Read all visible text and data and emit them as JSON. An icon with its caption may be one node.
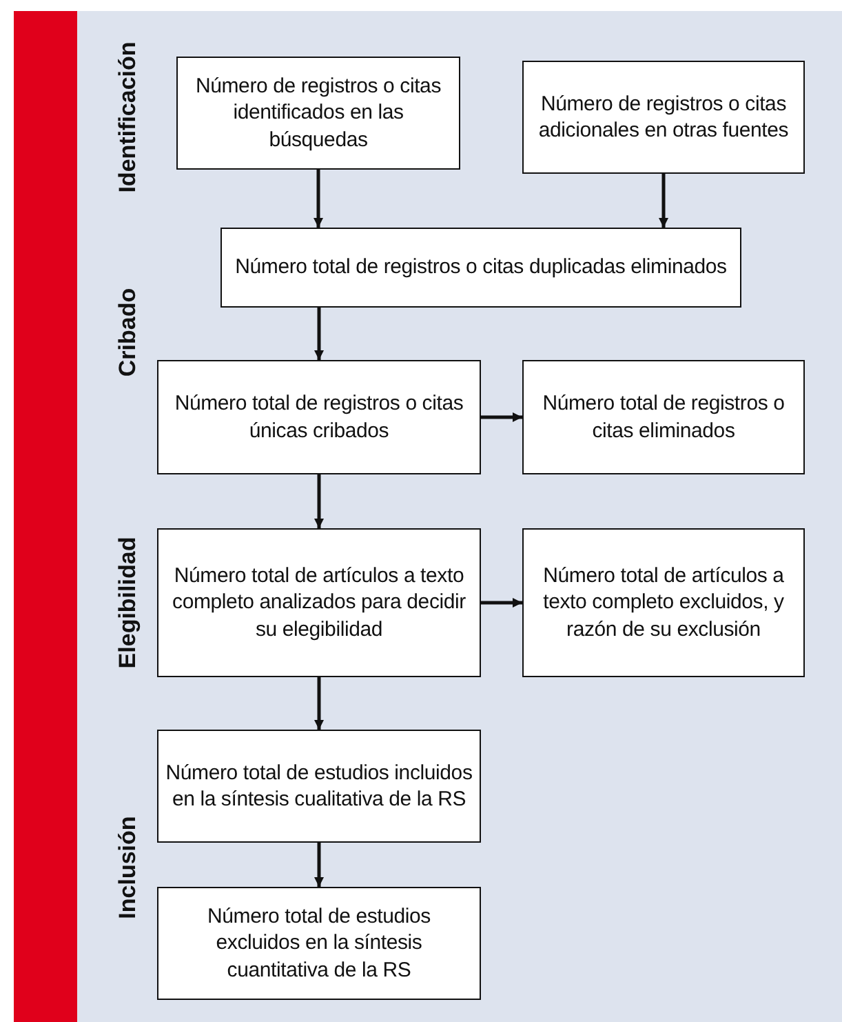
{
  "diagram": {
    "nodes": [
      {
        "text": [
          "Número de registros o citas identificados en las búsquedas"
        ]
      },
      {
        "text": [
          "Número de registros o citas adicionales en otras fuentes"
        ]
      },
      {
        "text": [
          "Número total de registros o citas duplicadas eliminados"
        ]
      },
      {
        "text": [
          "Número total de registros o citas únicas cribados"
        ]
      },
      {
        "text": [
          "Número total de registros o citas eliminados"
        ]
      },
      {
        "text": [
          "Número total de artículos a texto completo analizados para decidir su elegibilidad"
        ]
      },
      {
        "text": [
          "Número total de artículos a texto completo excluidos, y razón de su exclusión"
        ]
      },
      {
        "text": [
          "Número total de estudios incluidos en la síntesis cualitativa de la RS"
        ]
      },
      {
        "text": [
          "Número total de estudios excluidos en la síntesis cuantitativa de la RS"
        ]
      }
    ],
    "edges": [
      {
        "from": 0,
        "to": 2,
        "arrow": "to"
      },
      {
        "from": 1,
        "to": 2,
        "arrow": "to"
      },
      {
        "from": 2,
        "to": 3,
        "arrow": "to"
      },
      {
        "from": 3,
        "to": 4,
        "arrow": "to"
      },
      {
        "from": 3,
        "to": 5,
        "arrow": "to"
      },
      {
        "from": 5,
        "to": 6,
        "arrow": "to"
      },
      {
        "from": 5,
        "to": 7,
        "arrow": "to"
      },
      {
        "from": 7,
        "to": 8,
        "arrow": "to"
      }
    ],
    "labels": [
      "Identificación",
      "Cribado",
      "Elegibilidad",
      "Inclusión"
    ]
  }
}
